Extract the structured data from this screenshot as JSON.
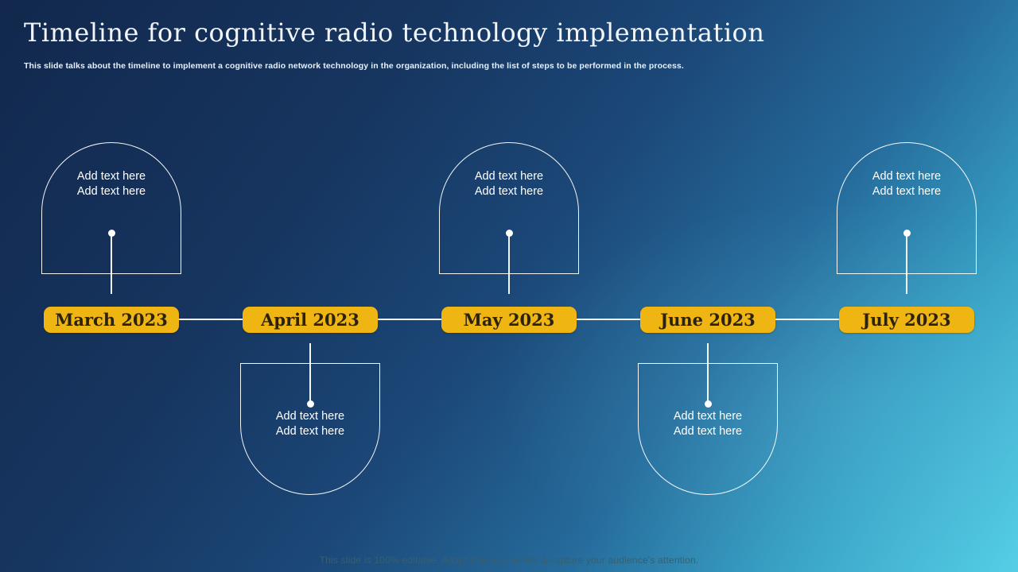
{
  "slide": {
    "title": "Timeline for cognitive radio technology implementation",
    "subtitle": "This slide talks about the timeline  to implement  a cognitive radio network technology in the organization, including the list of steps to be performed in the process.",
    "footer": "This slide is 100% editable. Adapt it to your needs & capture your audience's attention."
  },
  "timeline": {
    "milestones": [
      {
        "label": "March 2023",
        "callout": "top",
        "lines": [
          "Add text here",
          "Add text here"
        ]
      },
      {
        "label": "April 2023",
        "callout": "bottom",
        "lines": [
          "Add text here",
          "Add text here"
        ]
      },
      {
        "label": "May 2023",
        "callout": "top",
        "lines": [
          "Add text here",
          "Add text here"
        ]
      },
      {
        "label": "June 2023",
        "callout": "bottom",
        "lines": [
          "Add text here",
          "Add text here"
        ]
      },
      {
        "label": "July 2023",
        "callout": "top",
        "lines": [
          "Add text here",
          "Add text here"
        ]
      }
    ]
  },
  "colors": {
    "milestone_pill": "#efb512",
    "pill_text": "#2b2310",
    "callout_outline": "#ffffff",
    "callout_text": "#ffffff",
    "background_top_left": "#12284d",
    "background_bottom_right": "#55cfe6",
    "title_text": "#f2f6fb",
    "footer_text": "#3a5e6d"
  }
}
